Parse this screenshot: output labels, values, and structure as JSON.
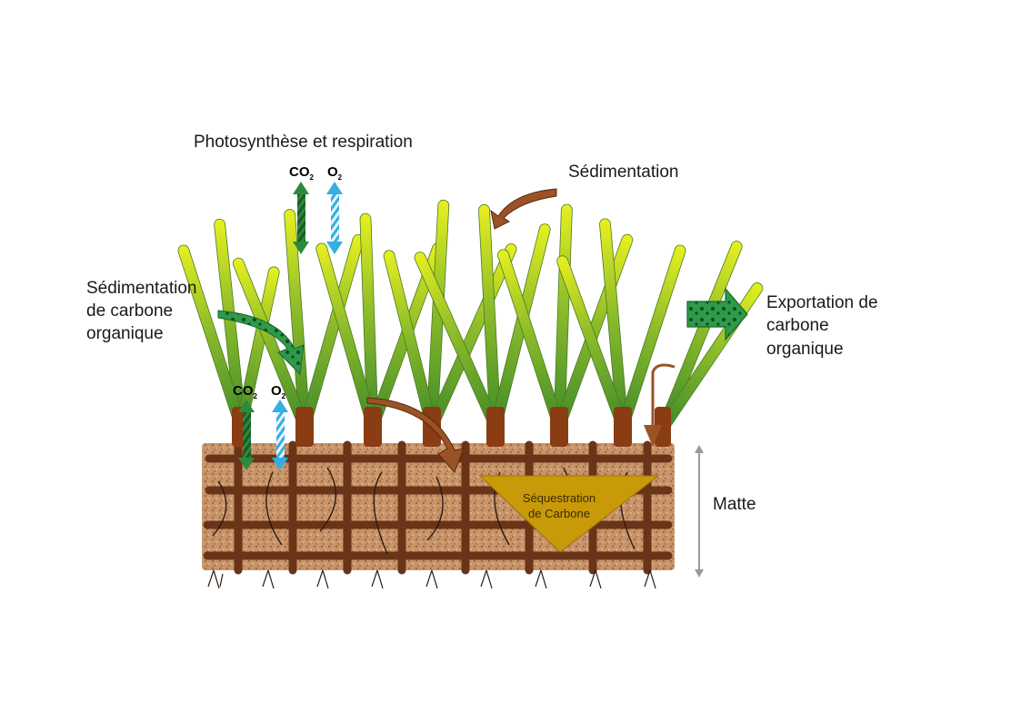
{
  "labels": {
    "photosynthesis": "Photosynthèse et respiration",
    "sedimentation": "Sédimentation",
    "organic_sed_line1": "Sédimentation",
    "organic_sed_line2": "de carbone",
    "organic_sed_line3": "organique",
    "export_line1": "Exportation de",
    "export_line2": "carbone",
    "export_line3": "organique",
    "matte": "Matte",
    "seq_line1": "Séquestration",
    "seq_line2": "de Carbone"
  },
  "gases": {
    "co2_main": "CO",
    "co2_sub": "2",
    "o2_main": "O",
    "o2_sub": "2"
  },
  "colors": {
    "leaf_tip": "#e8f020",
    "leaf_base": "#3f8a2a",
    "sheath": "#8a3c12",
    "sediment": "#c8946a",
    "root": "#6a3418",
    "sediment_arrow": "#9a5226",
    "co2_arrow": "#2e8a3a",
    "o2_arrow": "#35aee0",
    "organic_arrow": "#2e9a4a",
    "sequestration": "#c89a0a",
    "matte_marker": "#9a9a9a"
  }
}
